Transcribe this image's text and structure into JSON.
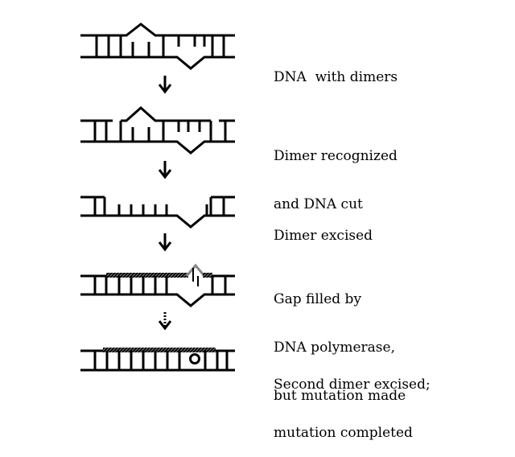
{
  "steps": [
    {
      "lines": [
        "DNA  with dimers"
      ]
    },
    {
      "lines": [
        "Dimer recognized",
        "and DNA cut"
      ]
    },
    {
      "lines": [
        "Dimer excised"
      ]
    },
    {
      "lines": [
        "Gap filled by",
        "DNA polymerase,",
        "but mutation made"
      ]
    },
    {
      "lines": [
        "Second dimer excised;",
        "mutation completed"
      ]
    }
  ],
  "colors": {
    "ink": "#000000",
    "new_strand": "#9a9a9a"
  }
}
